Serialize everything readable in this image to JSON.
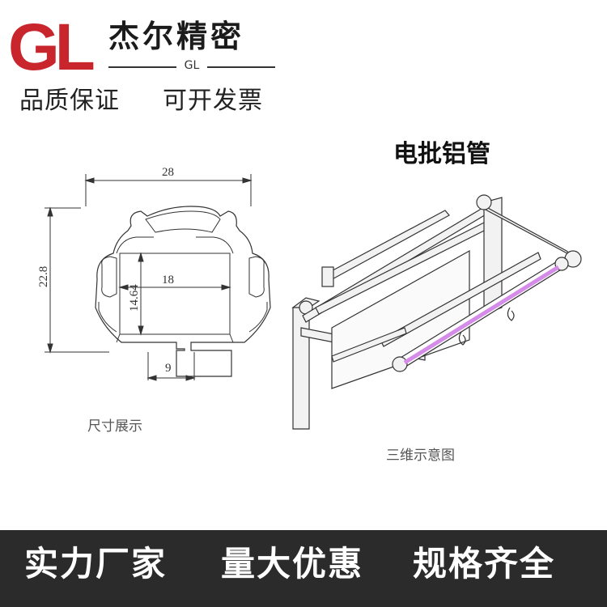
{
  "brand": {
    "logo_letters": "GL",
    "name": "杰尔精密",
    "code": "GL",
    "logo_color": "#c8252d"
  },
  "taglines": [
    "品质保证",
    "可开发票"
  ],
  "product": {
    "title": "电批铝管"
  },
  "dimension_drawing": {
    "caption": "尺寸展示",
    "dims": {
      "width": "28",
      "height": "22.8",
      "inner_width": "18",
      "inner_height": "14.64",
      "slot": "9"
    }
  },
  "iso_drawing": {
    "caption": "三维示意图",
    "highlight_color": "#d58be8"
  },
  "banner": {
    "items": [
      "实力厂家",
      "量大优惠",
      "规格齐全"
    ],
    "background": "#2b2b2b"
  }
}
